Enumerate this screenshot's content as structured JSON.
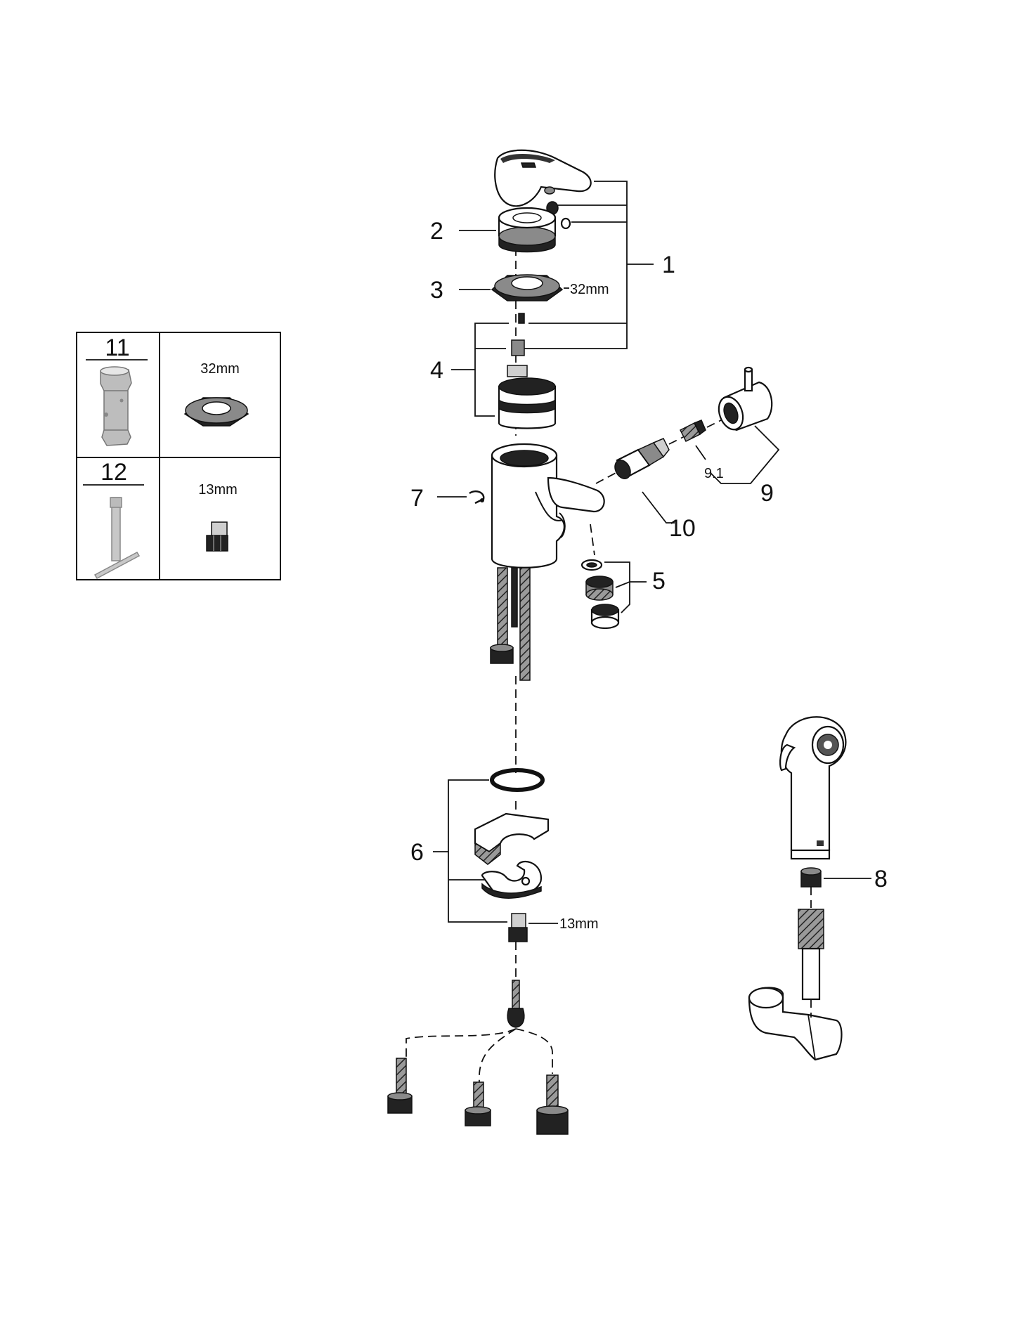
{
  "callouts": {
    "n1": "1",
    "n2": "2",
    "n3": "3",
    "n4": "4",
    "n5": "5",
    "n6": "6",
    "n7": "7",
    "n8": "8",
    "n9": "9",
    "n9_1": "9.1",
    "n10": "10"
  },
  "dimensions": {
    "ring_wrench": "32mm",
    "nut_wrench": "13mm"
  },
  "tools_table": {
    "row1": {
      "number": "11",
      "size": "32mm"
    },
    "row2": {
      "number": "12",
      "size": "13mm"
    }
  }
}
